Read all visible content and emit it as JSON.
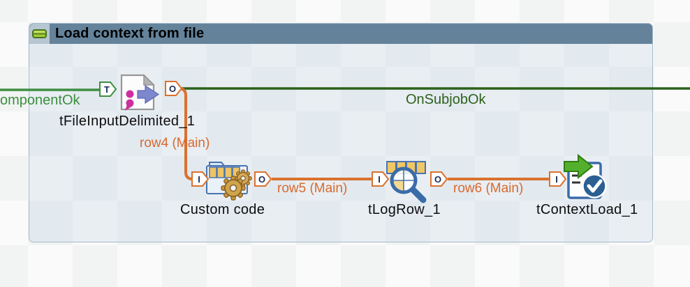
{
  "subjob": {
    "title": "Load context from file",
    "collapse_icon": "minus-collapse"
  },
  "badges": {
    "trigger": "T",
    "output": "O",
    "input": "I"
  },
  "connections": {
    "on_component_ok": {
      "label": "omponentOk",
      "color": "#3e8e41"
    },
    "on_subjob_ok": {
      "label": "OnSubjobOk",
      "color": "#2c611b"
    },
    "row4": {
      "label": "row4 (Main)",
      "color": "#d9722e"
    },
    "row5": {
      "label": "row5 (Main)",
      "color": "#d9722e"
    },
    "row6": {
      "label": "row6 (Main)",
      "color": "#d9722e"
    }
  },
  "components": {
    "tfileinputdelimited": {
      "label": "tFileInputDelimited_1",
      "icon": "file-input-delimited-icon"
    },
    "custom_code": {
      "label": "Custom code",
      "icon": "folder-gears-icon"
    },
    "tlogrow": {
      "label": "tLogRow_1",
      "icon": "table-magnifier-icon"
    },
    "tcontextload": {
      "label": "tContextLoad_1",
      "icon": "clipboard-arrow-check-icon"
    }
  },
  "colors": {
    "subjob_titlebar": "#64839b",
    "subjob_fill": "#e9eef3",
    "canvas_bg": "#f7f8f8",
    "row_orange": "#d9722e",
    "trigger_green": "#3e8e41",
    "subjobok_green": "#2c611b"
  }
}
